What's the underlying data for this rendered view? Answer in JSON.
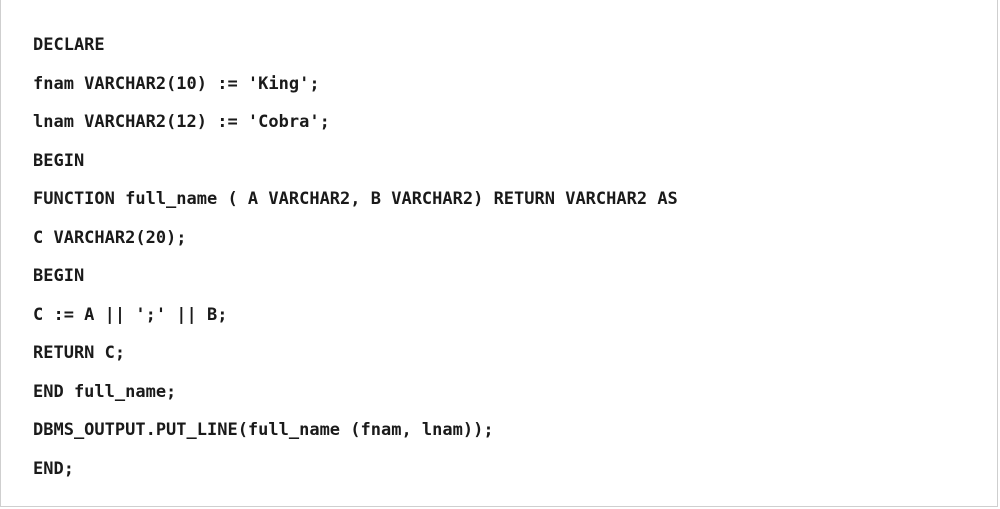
{
  "code": {
    "lines": [
      "DECLARE",
      "fnam VARCHAR2(10) := 'King';",
      "lnam VARCHAR2(12) := 'Cobra';",
      "BEGIN",
      "FUNCTION full_name ( A VARCHAR2, B VARCHAR2) RETURN VARCHAR2 AS",
      "C VARCHAR2(20);",
      "BEGIN",
      "C := A || ';' || B;",
      "RETURN C;",
      "END full_name;",
      "DBMS_OUTPUT.PUT_LINE(full_name (fnam, lnam));",
      "END;"
    ]
  }
}
